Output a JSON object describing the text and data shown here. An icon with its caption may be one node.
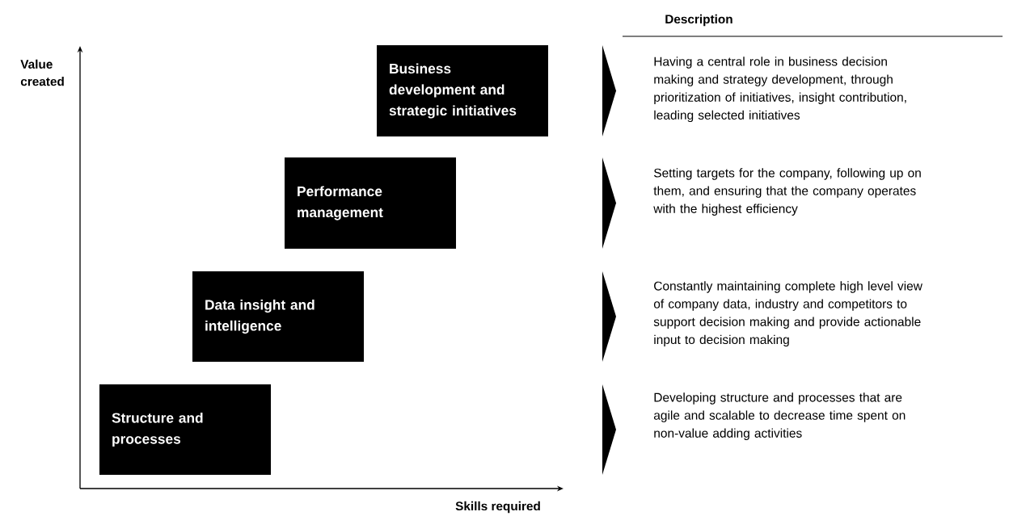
{
  "diagram": {
    "nodes": [
      {
        "text": [
          "Business development and strategic initiatives"
        ]
      },
      {
        "text": [
          "Performance management"
        ]
      },
      {
        "text": [
          "Data insight and intelligence"
        ]
      },
      {
        "text": [
          "Structure and processes"
        ]
      },
      {
        "text": [
          "Having a central role in business decision making and strategy development, through prioritization of initiatives, insight contribution, leading selected initiatives"
        ]
      },
      {
        "text": [
          "Setting targets for the company, following up on them, and ensuring that the company operates with the highest efficiency"
        ]
      },
      {
        "text": [
          "Constantly maintaining complete high level view of company data, industry and competitors to support decision making and provide actionable input to decision making"
        ]
      },
      {
        "text": [
          "Developing structure and processes that are agile and scalable to decrease time spent on non-value adding activities"
        ]
      },
      {
        "text": [],
        "shape": "triangle"
      },
      {
        "text": [],
        "shape": "triangle"
      },
      {
        "text": [],
        "shape": "triangle"
      },
      {
        "text": [],
        "shape": "triangle"
      }
    ],
    "labels": [
      "Description",
      "Value created",
      "Skills required"
    ]
  }
}
